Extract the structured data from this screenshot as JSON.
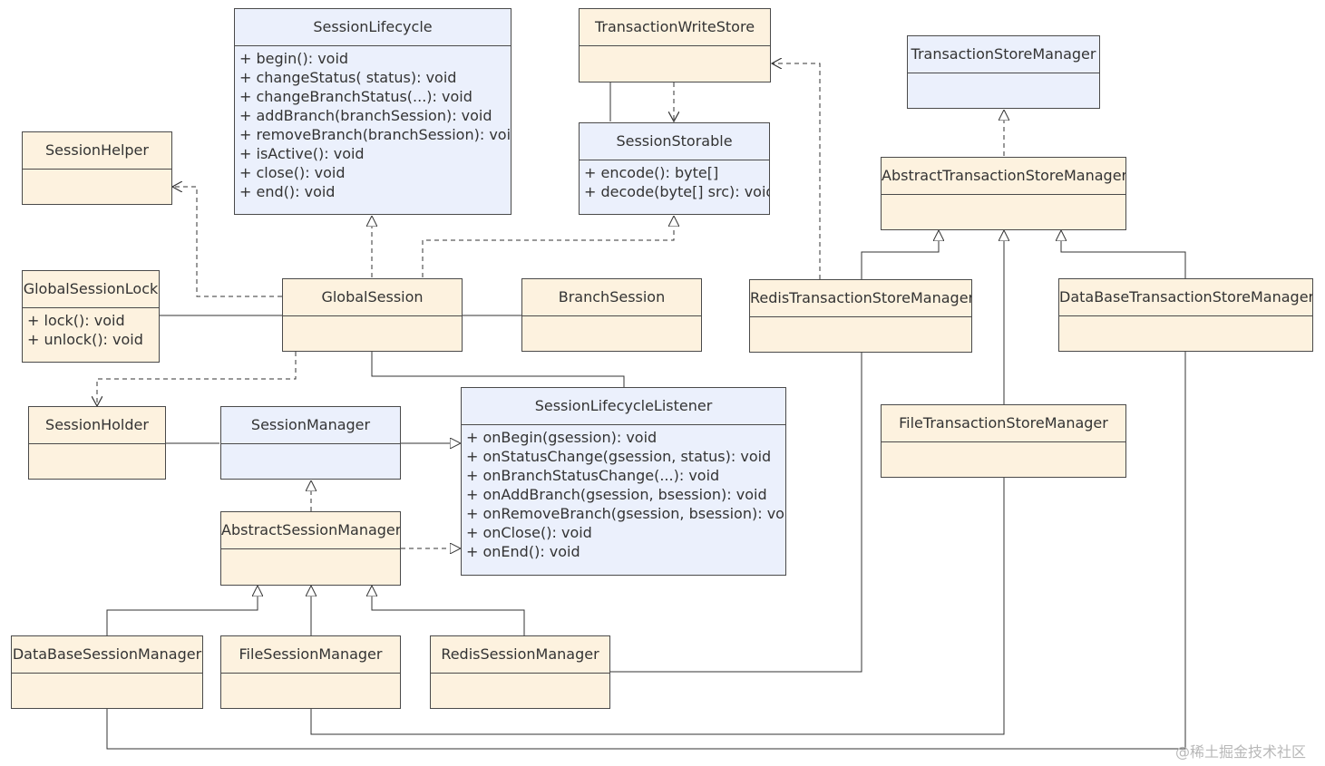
{
  "classes": {
    "session_lifecycle": {
      "name": "SessionLifecycle",
      "members": [
        "+ begin(): void",
        "+ changeStatus( status): void",
        "+ changeBranchStatus(...): void",
        "+ addBranch(branchSession): void",
        "+ removeBranch(branchSession): void",
        "+ isActive(): void",
        "+ close(): void",
        "+ end(): void"
      ]
    },
    "transaction_write_store": {
      "name": "TransactionWriteStore",
      "members": []
    },
    "session_storable": {
      "name": "SessionStorable",
      "members": [
        "+ encode(): byte[]",
        "+ decode(byte[] src): void"
      ]
    },
    "transaction_store_manager": {
      "name": "TransactionStoreManager",
      "members": []
    },
    "abstract_transaction_store_manager": {
      "name": "AbstractTransactionStoreManager",
      "members": []
    },
    "session_helper": {
      "name": "SessionHelper",
      "members": []
    },
    "global_session_lock": {
      "name": "GlobalSessionLock",
      "members": [
        "+ lock(): void",
        "+ unlock(): void"
      ]
    },
    "global_session": {
      "name": "GlobalSession",
      "members": []
    },
    "branch_session": {
      "name": "BranchSession",
      "members": []
    },
    "redis_transaction_store_manager": {
      "name": "RedisTransactionStoreManager",
      "members": []
    },
    "database_transaction_store_manager": {
      "name": "DataBaseTransactionStoreManager",
      "members": []
    },
    "session_holder": {
      "name": "SessionHolder",
      "members": []
    },
    "session_manager": {
      "name": "SessionManager",
      "members": []
    },
    "session_lifecycle_listener": {
      "name": "SessionLifecycleListener",
      "members": [
        "+ onBegin(gsession): void",
        "+ onStatusChange(gsession, status): void",
        "+ onBranchStatusChange(...): void",
        "+ onAddBranch(gsession, bsession): void",
        "+ onRemoveBranch(gsession, bsession): void",
        "+ onClose(): void",
        "+ onEnd(): void"
      ]
    },
    "file_transaction_store_manager": {
      "name": "FileTransactionStoreManager",
      "members": []
    },
    "abstract_session_manager": {
      "name": "AbstractSessionManager",
      "members": []
    },
    "database_session_manager": {
      "name": "DataBaseSessionManager",
      "members": []
    },
    "file_session_manager": {
      "name": "FileSessionManager",
      "members": []
    },
    "redis_session_manager": {
      "name": "RedisSessionManager",
      "members": []
    }
  },
  "colors": {
    "cream": "#fdf2df",
    "blue": "#ebf0fc",
    "line": "#333333"
  },
  "watermark": "@稀土掘金技术社区"
}
